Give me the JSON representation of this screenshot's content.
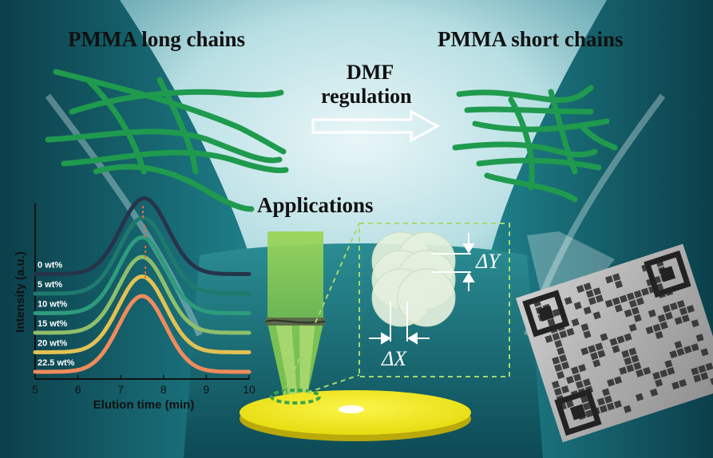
{
  "labels": {
    "long_chains": "PMMA long chains",
    "short_chains": "PMMA short chains",
    "dmf_line1": "DMF",
    "dmf_line2": "regulation",
    "applications": "Applications",
    "delta_x": "ΔX",
    "delta_y": "ΔY"
  },
  "colors": {
    "chain": "#1f9a4e",
    "arrow_outline": "#ffffff",
    "disc": "#f2ec19",
    "beam": "#8fd14f",
    "dashed_box": "#9fd36a"
  },
  "chart_data": {
    "type": "line",
    "xlabel": "Elution time (min)",
    "ylabel": "Intensity (a.u.)",
    "xlim": [
      5,
      10
    ],
    "xticks": [
      5,
      6,
      7,
      8,
      9,
      10
    ],
    "grid": false,
    "series": [
      {
        "name": "0 wt%",
        "color": "#26344a",
        "peak": 7.55,
        "offset": 5
      },
      {
        "name": "5 wt%",
        "color": "#1f7a6e",
        "peak": 7.52,
        "offset": 4
      },
      {
        "name": "10 wt%",
        "color": "#2e9c7c",
        "peak": 7.5,
        "offset": 3
      },
      {
        "name": "15 wt%",
        "color": "#8fbf6a",
        "peak": 7.5,
        "offset": 2
      },
      {
        "name": "20 wt%",
        "color": "#e3c153",
        "peak": 7.5,
        "offset": 1
      },
      {
        "name": "22.5 wt%",
        "color": "#f08b5c",
        "peak": 7.5,
        "offset": 0
      }
    ]
  }
}
